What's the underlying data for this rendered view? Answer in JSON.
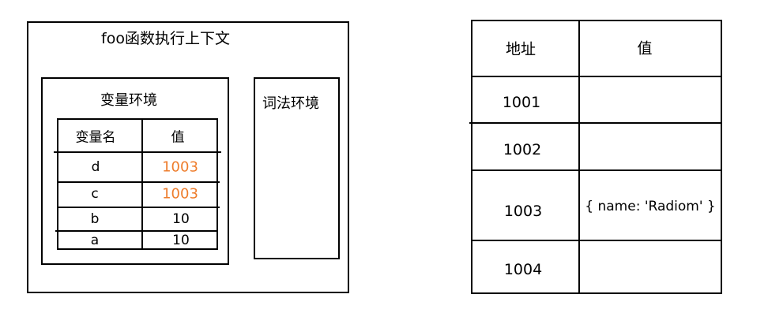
{
  "context": {
    "title": "foo函数执行上下文",
    "variable_env": {
      "title": "变量环境",
      "headers": [
        "变量名",
        "值"
      ],
      "rows": [
        {
          "name": "d",
          "value": "1003"
        },
        {
          "name": "c",
          "value": "1003"
        },
        {
          "name": "b",
          "value": "10"
        },
        {
          "name": "a",
          "value": "10"
        }
      ]
    },
    "lexical_env": {
      "title": "词法环境"
    }
  },
  "memory": {
    "headers": [
      "地址",
      "值"
    ],
    "rows": [
      {
        "address": "1001",
        "value": ""
      },
      {
        "address": "1002",
        "value": ""
      },
      {
        "address": "1003",
        "value": "{ name: 'Radiom' }"
      },
      {
        "address": "1004",
        "value": ""
      }
    ]
  },
  "colors": {
    "highlight": "#ee7d2c",
    "line": "#000000"
  }
}
